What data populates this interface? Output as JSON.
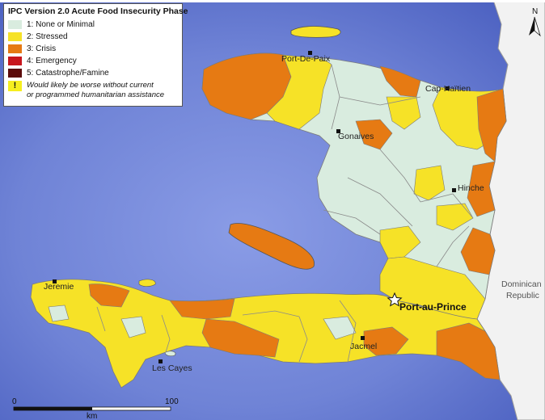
{
  "legend": {
    "title": "IPC Version 2.0 Acute Food Insecurity Phase",
    "items": [
      {
        "label": "1: None or Minimal",
        "color": "#d9ecdf"
      },
      {
        "label": "2: Stressed",
        "color": "#f6e227"
      },
      {
        "label": "3: Crisis",
        "color": "#e67a13"
      },
      {
        "label": "4: Emergency",
        "color": "#c8161d"
      },
      {
        "label": "5: Catastrophe/Famine",
        "color": "#5b0a0a"
      }
    ],
    "note_symbol": "!",
    "note_line1": "Would likely be worse without current",
    "note_line2": "or programmed humanitarian assistance"
  },
  "places": {
    "port_de_paix": "Port-De-Paix",
    "cap_haitien": "Cap-Haïtien",
    "gonaives": "Gonaives",
    "hinche": "Hinche",
    "port_au_prince": "Port-au-Prince",
    "jeremie": "Jeremie",
    "jacmel": "Jacmel",
    "les_cayes": "Les Cayes"
  },
  "neighbor": {
    "line1": "Dominican",
    "line2": "Republic"
  },
  "north_arrow": "N",
  "scale": {
    "start": "0",
    "end": "100",
    "unit": "km"
  },
  "colors": {
    "sea": "#6f83d6",
    "minimal": "#d9ecdf",
    "stressed": "#f6e227",
    "crisis": "#e67a13",
    "neighbor_land": "#f2f2f2",
    "border": "#7a7a7a"
  }
}
